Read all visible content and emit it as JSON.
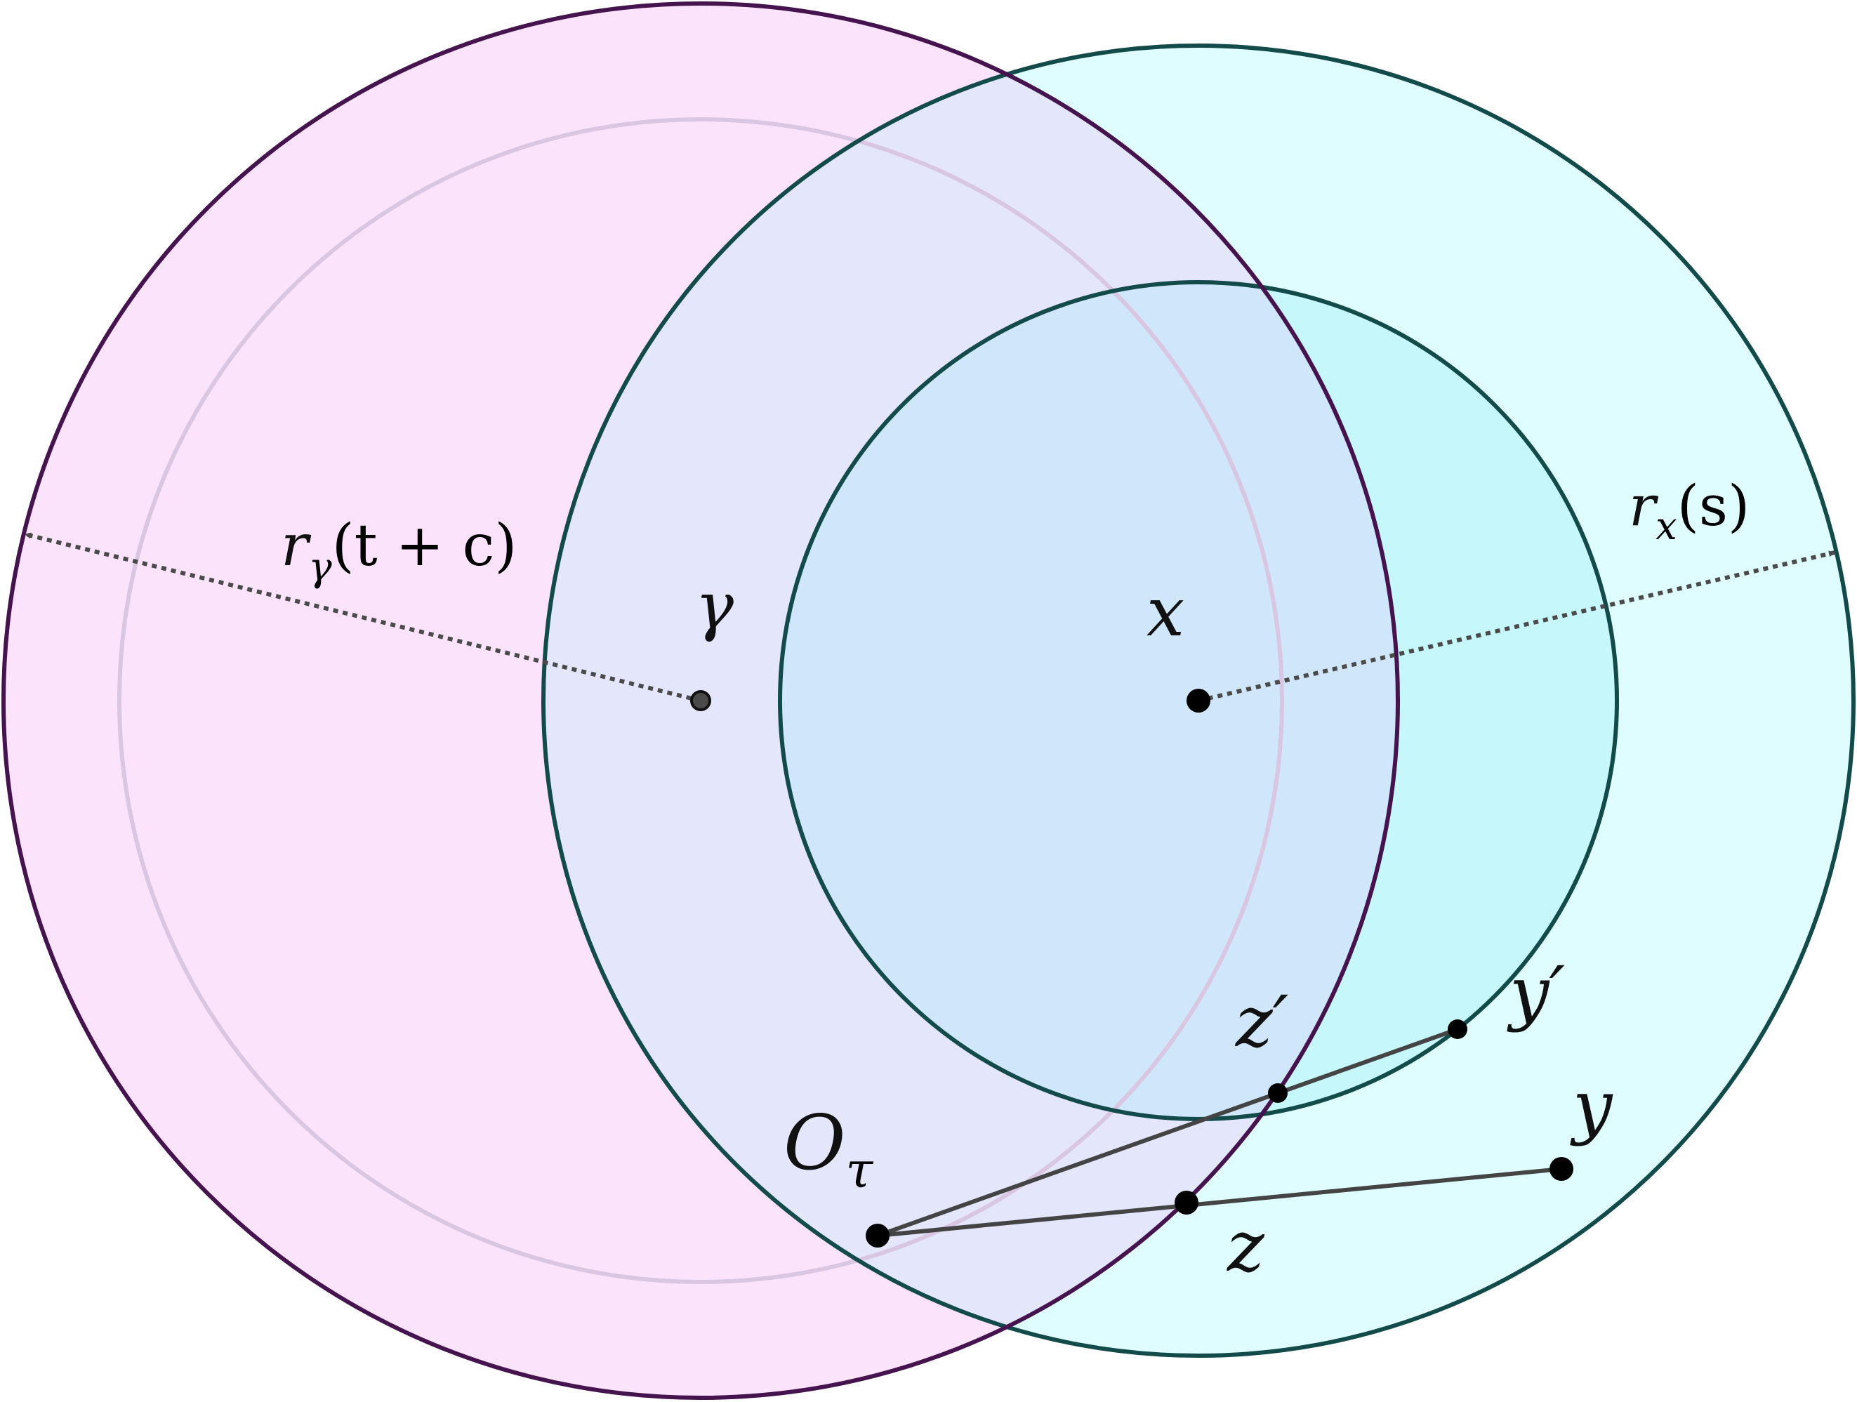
{
  "colors": {
    "pink_fill": "#fce3fc",
    "pink_stroke": "#45144e",
    "cyan_fill": "#dffcff",
    "cyan_inner_fill": "#c6f7fb",
    "teal_stroke": "#134a4a",
    "faint_ring": "#d9c6e2",
    "overlap_big": "#e4e6fb",
    "overlap_inner": "#cfe6fb",
    "segment": "#444444",
    "point": "#000000",
    "arrow": "#4a4a4a"
  },
  "labels": {
    "gamma": "γ",
    "x": "x",
    "r_gamma": {
      "base": "r",
      "sub": "γ",
      "arg": "(t + c)"
    },
    "r_x": {
      "base": "r",
      "sub": "x",
      "arg": "(s)"
    },
    "O_tau": {
      "base": "O",
      "sub": "τ"
    },
    "z_prime": "z′",
    "y_prime": "y′",
    "y": "y",
    "z": "z"
  }
}
